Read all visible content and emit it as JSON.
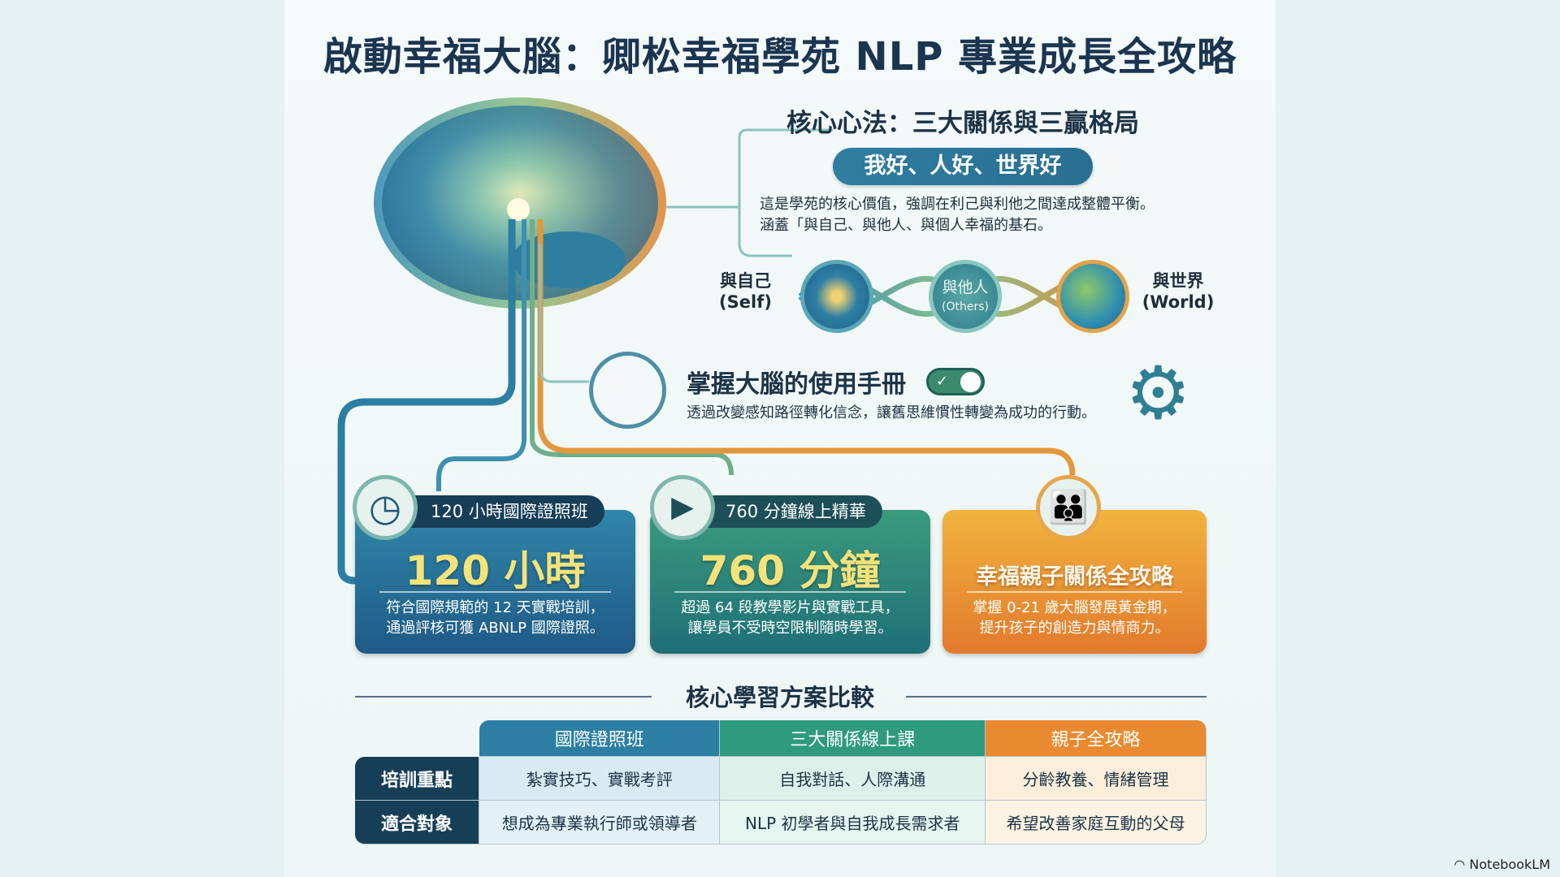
{
  "title": "啟動幸福大腦：卿松幸福學苑 NLP 專業成長全攻略",
  "core": {
    "title": "核心心法：三大關係與三贏格局",
    "pill": "我好、人好、世界好",
    "desc_line1": "這是學苑的核心價值，強調在利己與利他之間達成整體平衡。",
    "desc_line2": "涵蓋「與自己、與他人、與個人幸福的基石。",
    "self_label": "與自己",
    "self_en": "(Self)",
    "others_label": "與他人",
    "others_en": "(Others)",
    "world_label": "與世界",
    "world_en": "(World)"
  },
  "manual": {
    "title": "掌握大腦的使用手冊",
    "desc": "透過改變感知路徑轉化信念，讓舊思維慣性轉變為成功的行動。",
    "toggle_on": true
  },
  "cards": [
    {
      "tag": "120 小時國際證照班",
      "big": "120 小時",
      "line1": "符合國際規範的 12 天實戰培訓，",
      "line2": "通過評核可獲 ABNLP 國際證照。",
      "icon": "clock-icon"
    },
    {
      "tag": "760 分鐘線上精華",
      "big": "760 分鐘",
      "line1": "超過 64 段教學影片與實戰工具，",
      "line2": "讓學員不受時空限制隨時學習。",
      "icon": "video-play-icon"
    },
    {
      "big": "幸福親子關係全攻略",
      "line1": "掌握 0-21 歲大腦發展黃金期，",
      "line2": "提升孩子的創造力與情商力。",
      "icon": "parent-child-icon"
    }
  ],
  "comparison": {
    "title": "核心學習方案比較",
    "columns": [
      "國際證照班",
      "三大關係線上課",
      "親子全攻略"
    ],
    "rows": [
      {
        "label": "培訓重點",
        "cells": [
          "紮實技巧、實戰考評",
          "自我對話、人際溝通",
          "分齡教養、情緒管理"
        ]
      },
      {
        "label": "適合對象",
        "cells": [
          "想成為專業執行師或領導者",
          "NLP 初學者與自我成長需求者",
          "希望改善家庭互動的父母"
        ]
      }
    ]
  },
  "colors": {
    "blue": "#2d7ea3",
    "green": "#2f9a7e",
    "orange": "#e98a30",
    "navy": "#173e57"
  },
  "watermark": "NotebookLM"
}
